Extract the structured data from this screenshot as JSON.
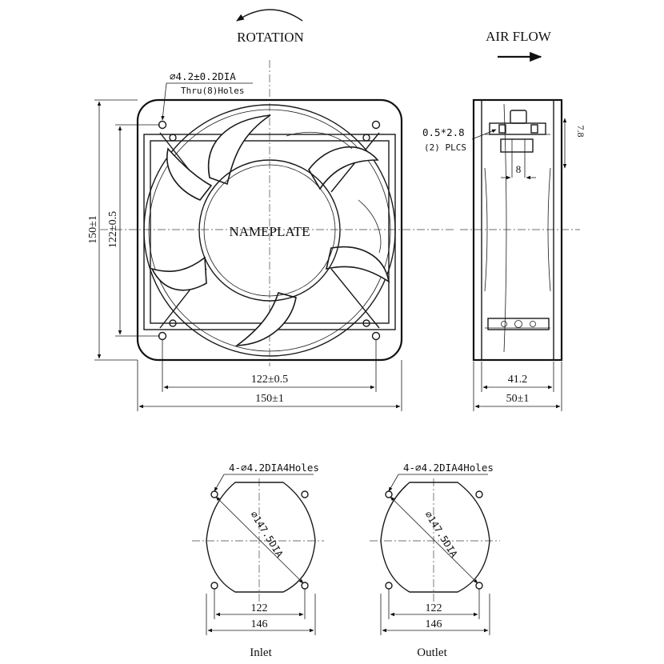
{
  "labels": {
    "rotation": "ROTATION",
    "airflow": "AIR FLOW",
    "nameplate": "NAMEPLATE",
    "hole_dia": "⌀4.2±0.2DIA",
    "hole_thru": "Thru(8)Holes",
    "term_size": "0.5*2.8",
    "term_plcs": "(2) PLCS",
    "term_gap": "8",
    "term_height": "7.8",
    "height_outer": "150±1",
    "height_inner": "122±0.5",
    "width_inner": "122±0.5",
    "width_outer": "150±1",
    "side_inner": "41.2",
    "side_outer": "50±1",
    "inlet_holes": "4-⌀4.2DIA4Holes",
    "inlet_dia": "⌀147.5DIA",
    "inlet_inner": "122",
    "inlet_outer": "146",
    "inlet": "Inlet",
    "outlet_holes": "4-⌀4.2DIA4Holes",
    "outlet_dia": "⌀147.5DIA",
    "outlet_inner": "122",
    "outlet_outer": "146",
    "outlet": "Outlet"
  }
}
